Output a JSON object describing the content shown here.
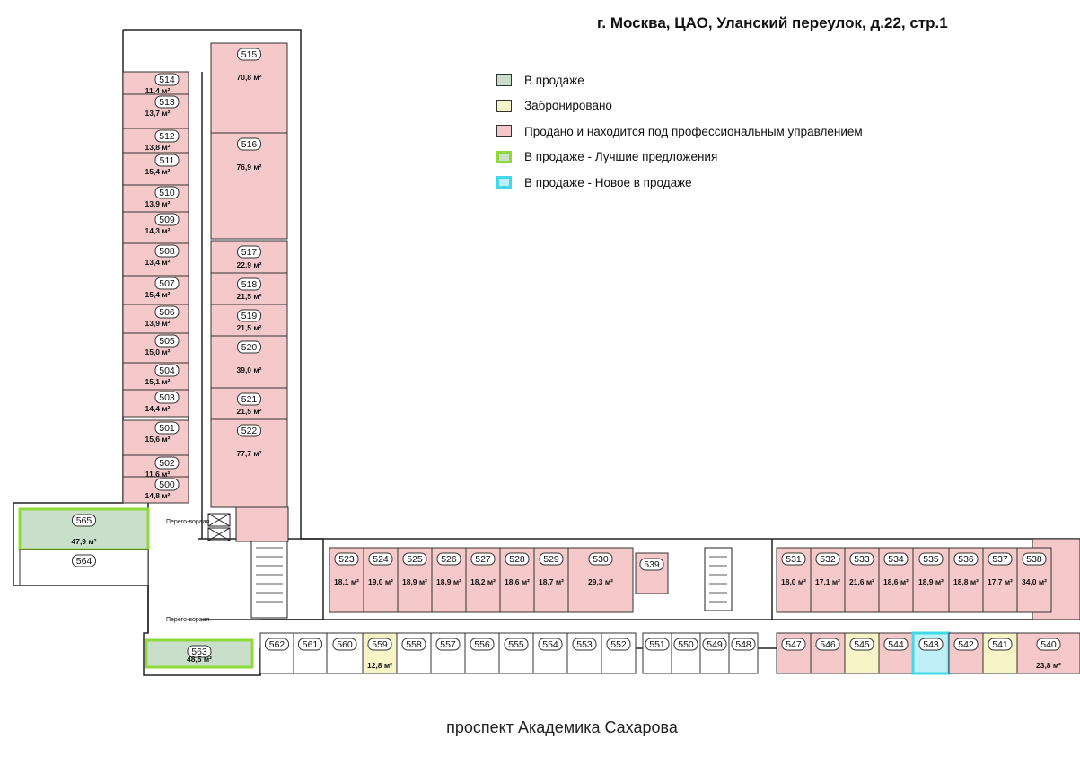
{
  "title": "г. Москва, ЦАО, Уланский переулок, д.22, стр.1",
  "street": "проспект Академика Сахарова",
  "colors": {
    "for_sale": "#c9dfc9",
    "reserved": "#f7f5c7",
    "sold": "#f5c9ca",
    "best_border": "#8fd93a",
    "new_border": "#42d8ea",
    "new_fill": "#bff0f7"
  },
  "legend": [
    {
      "label": "В продаже",
      "status": "for_sale"
    },
    {
      "label": "Забронировано",
      "status": "reserved"
    },
    {
      "label": "Продано и находится под профессиональным управлением",
      "status": "sold"
    },
    {
      "label": "В продаже - Лучшие предложения",
      "status": "best"
    },
    {
      "label": "В продаже - Новое в продаже",
      "status": "new"
    }
  ],
  "stair_labels": [
    "Перего-вораая",
    "Перего-вораая"
  ],
  "rooms": [
    {
      "num": "514",
      "area": "11,4 м²",
      "status": "sold"
    },
    {
      "num": "513",
      "area": "13,7 м²",
      "status": "sold"
    },
    {
      "num": "512",
      "area": "13,8 м²",
      "status": "sold"
    },
    {
      "num": "511",
      "area": "15,4 м²",
      "status": "sold"
    },
    {
      "num": "510",
      "area": "13,9 м²",
      "status": "sold"
    },
    {
      "num": "509",
      "area": "14,3 м²",
      "status": "sold"
    },
    {
      "num": "508",
      "area": "13,4 м²",
      "status": "sold"
    },
    {
      "num": "507",
      "area": "15,4 м²",
      "status": "sold"
    },
    {
      "num": "506",
      "area": "13,9 м²",
      "status": "sold"
    },
    {
      "num": "505",
      "area": "15,0 м²",
      "status": "sold"
    },
    {
      "num": "504",
      "area": "15,1 м²",
      "status": "sold"
    },
    {
      "num": "503",
      "area": "14,4 м²",
      "status": "sold"
    },
    {
      "num": "501",
      "area": "15,6 м²",
      "status": "sold"
    },
    {
      "num": "502",
      "area": "11,6 м²",
      "status": "sold"
    },
    {
      "num": "500",
      "area": "14,8 м²",
      "status": "sold"
    },
    {
      "num": "515",
      "area": "70,8 м²",
      "status": "sold"
    },
    {
      "num": "516",
      "area": "76,9 м²",
      "status": "sold"
    },
    {
      "num": "517",
      "area": "22,9 м²",
      "status": "sold"
    },
    {
      "num": "518",
      "area": "21,5 м²",
      "status": "sold"
    },
    {
      "num": "519",
      "area": "21,5 м²",
      "status": "sold"
    },
    {
      "num": "520",
      "area": "39,0 м²",
      "status": "sold"
    },
    {
      "num": "521",
      "area": "21,5 м²",
      "status": "sold"
    },
    {
      "num": "522",
      "area": "77,7 м²",
      "status": "sold"
    },
    {
      "num": "565",
      "area": "47,9 м²",
      "status": "best"
    },
    {
      "num": "564",
      "area": "",
      "status": "none"
    },
    {
      "num": "563",
      "area": "48,5 м²",
      "status": "best"
    },
    {
      "num": "523",
      "area": "18,1 м²",
      "status": "sold"
    },
    {
      "num": "524",
      "area": "19,0 м²",
      "status": "sold"
    },
    {
      "num": "525",
      "area": "18,9 м²",
      "status": "sold"
    },
    {
      "num": "526",
      "area": "18,9 м²",
      "status": "sold"
    },
    {
      "num": "527",
      "area": "18,2 м²",
      "status": "sold"
    },
    {
      "num": "528",
      "area": "18,6 м²",
      "status": "sold"
    },
    {
      "num": "529",
      "area": "18,7 м²",
      "status": "sold"
    },
    {
      "num": "530",
      "area": "29,3 м²",
      "status": "sold"
    },
    {
      "num": "539",
      "area": "",
      "status": "sold"
    },
    {
      "num": "531",
      "area": "18,0 м²",
      "status": "sold"
    },
    {
      "num": "532",
      "area": "17,1 м²",
      "status": "sold"
    },
    {
      "num": "533",
      "area": "21,6 м²",
      "status": "sold"
    },
    {
      "num": "534",
      "area": "18,6 м²",
      "status": "sold"
    },
    {
      "num": "535",
      "area": "18,9 м²",
      "status": "sold"
    },
    {
      "num": "536",
      "area": "18,8 м²",
      "status": "sold"
    },
    {
      "num": "537",
      "area": "17,7 м²",
      "status": "sold"
    },
    {
      "num": "538",
      "area": "34,0 м²",
      "status": "sold"
    },
    {
      "num": "562",
      "area": "",
      "status": "none"
    },
    {
      "num": "561",
      "area": "",
      "status": "none"
    },
    {
      "num": "560",
      "area": "",
      "status": "none"
    },
    {
      "num": "559",
      "area": "12,8 м²",
      "status": "reserved"
    },
    {
      "num": "558",
      "area": "",
      "status": "none"
    },
    {
      "num": "557",
      "area": "",
      "status": "none"
    },
    {
      "num": "556",
      "area": "",
      "status": "none"
    },
    {
      "num": "555",
      "area": "",
      "status": "none"
    },
    {
      "num": "554",
      "area": "",
      "status": "none"
    },
    {
      "num": "553",
      "area": "",
      "status": "none"
    },
    {
      "num": "552",
      "area": "",
      "status": "none"
    },
    {
      "num": "551",
      "area": "",
      "status": "none"
    },
    {
      "num": "550",
      "area": "",
      "status": "none"
    },
    {
      "num": "549",
      "area": "",
      "status": "none"
    },
    {
      "num": "548",
      "area": "",
      "status": "none"
    },
    {
      "num": "547",
      "area": "",
      "status": "sold"
    },
    {
      "num": "546",
      "area": "",
      "status": "sold"
    },
    {
      "num": "545",
      "area": "",
      "status": "reserved"
    },
    {
      "num": "544",
      "area": "",
      "status": "sold"
    },
    {
      "num": "543",
      "area": "",
      "status": "new"
    },
    {
      "num": "542",
      "area": "",
      "status": "sold"
    },
    {
      "num": "541",
      "area": "",
      "status": "reserved"
    },
    {
      "num": "540",
      "area": "23,8 м²",
      "status": "sold"
    }
  ]
}
